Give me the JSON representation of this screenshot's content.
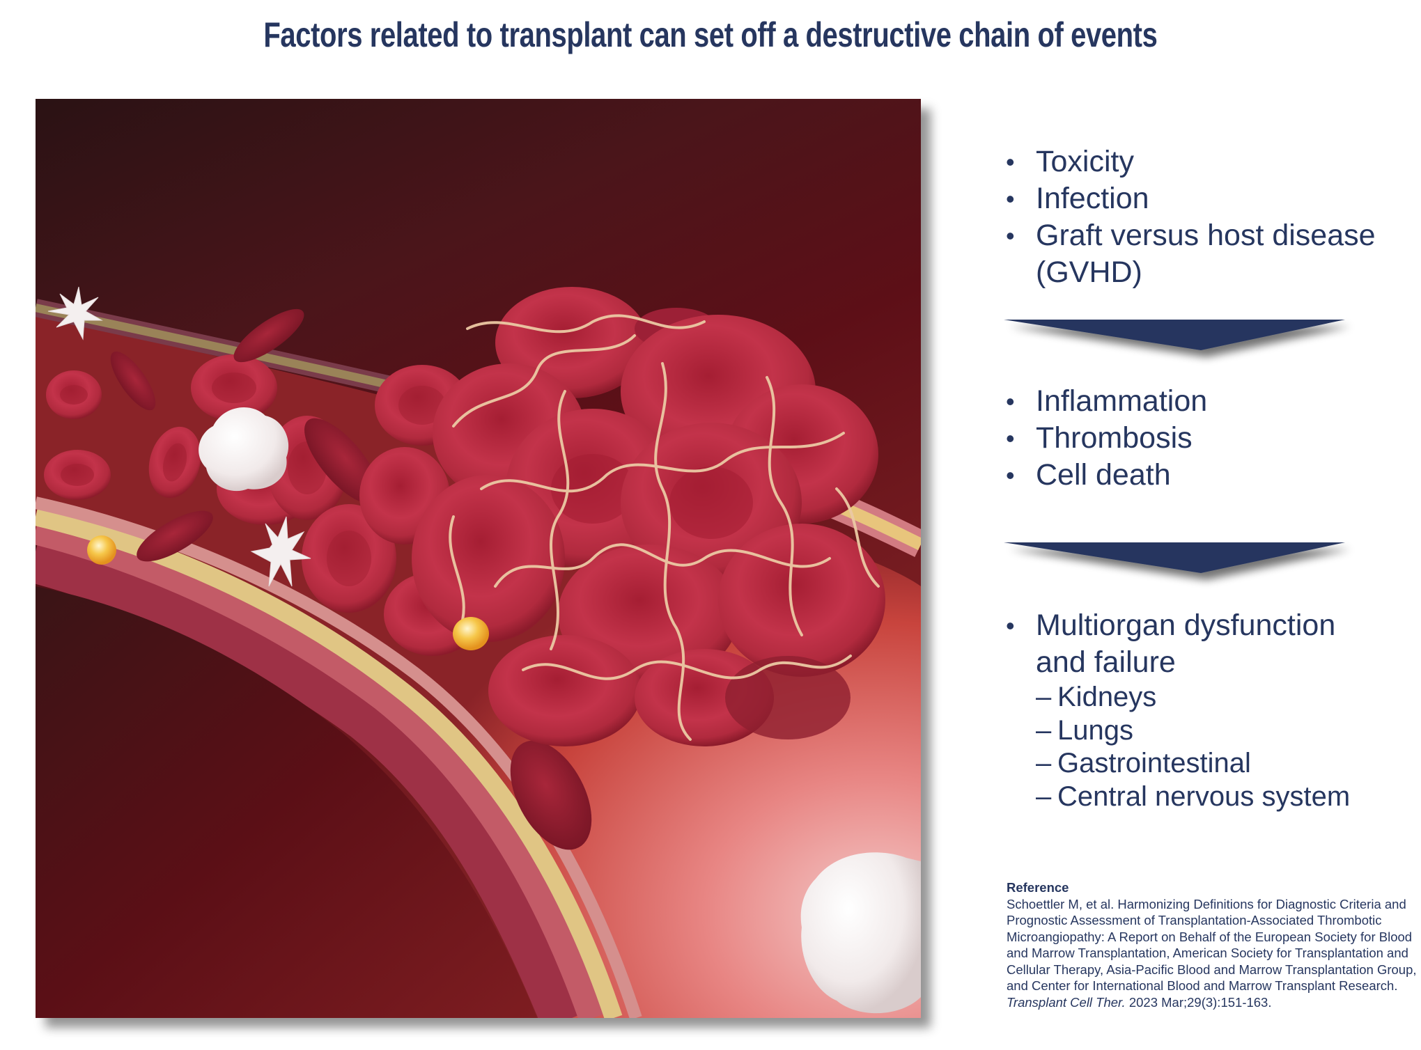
{
  "title": "Factors related to transplant can set off a destructive chain of events",
  "illustration": {
    "description": "Blood vessel cross-section with red blood cells aggregated into a clot entangled in fibrin strands, with white blood cells, platelets and small yellow particles",
    "colors": {
      "background_dark": "#2a1214",
      "background_mid": "#5d0f17",
      "vessel_lumen_light": "#e7807d",
      "vessel_wall_yellow": "#e9c98a",
      "vessel_wall_pink": "#c95a66",
      "rbc": "#b8283a",
      "fibrin": "#e9c9a3",
      "wbc": "#f3eeee",
      "particle": "#f0b43a"
    }
  },
  "stages": [
    {
      "items": [
        {
          "bullet": "•",
          "text": "Toxicity"
        },
        {
          "bullet": "•",
          "text": "Infection"
        },
        {
          "bullet": "•",
          "text": "Graft versus host disease (GVHD)"
        }
      ]
    },
    {
      "items": [
        {
          "bullet": "•",
          "text": "Inflammation"
        },
        {
          "bullet": "•",
          "text": "Thrombosis"
        },
        {
          "bullet": "•",
          "text": "Cell death"
        }
      ]
    },
    {
      "items": [
        {
          "bullet": "•",
          "text": "Multiorgan dysfunction and failure",
          "subitems": [
            {
              "dash": "–",
              "text": "Kidneys"
            },
            {
              "dash": "–",
              "text": "Lungs"
            },
            {
              "dash": "–",
              "text": "Gastrointestinal"
            },
            {
              "dash": "–",
              "text": "Central nervous system"
            }
          ]
        }
      ]
    }
  ],
  "arrows": [
    {
      "icon": "chevron-down-arrow",
      "color": "#26365f"
    },
    {
      "icon": "chevron-down-arrow",
      "color": "#26365f"
    }
  ],
  "reference": {
    "heading": "Reference",
    "body": "Schoettler M, et al. Harmonizing Definitions for Diagnostic Criteria and Prognostic Assessment of Transplantation-Associated Thrombotic Microangiopathy: A Report on Behalf of the European Society for Blood and Marrow Transplantation, American Society for Transplantation and Cellular Therapy, Asia-Pacific Blood and Marrow Transplantation Group, and Center for International Blood and Marrow Transplant Research.",
    "journal": "Transplant Cell Ther.",
    "citation": " 2023 Mar;29(3):151-163."
  },
  "colors": {
    "navy": "#26365f",
    "background": "#ffffff"
  }
}
